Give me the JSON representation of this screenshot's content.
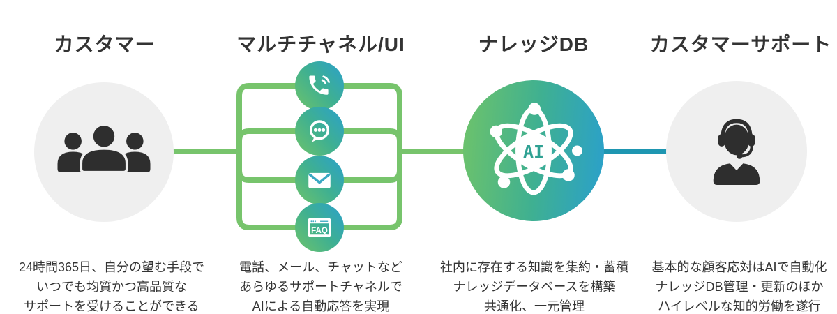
{
  "diagram_title": "AI customer support flow",
  "colors": {
    "background": "#ffffff",
    "text": "#333333",
    "gray_circle": "#efefef",
    "dark_icon": "#2e2e2e",
    "line_green": "#77c46c",
    "line_teal": "#1e96b1",
    "gradient_green": "#6ec36a",
    "gradient_blue": "#2aa0cc",
    "ai_letter_teal": "#2fa193"
  },
  "columns": [
    {
      "id": "customer",
      "title": "カスタマー",
      "icon": "people-icon",
      "description": [
        "24時間365日、自分の望む手段で",
        "いつでも均質かつ高品質な",
        "サポートを受けることができる"
      ]
    },
    {
      "id": "channels",
      "title": "マルチチャネル/UI",
      "badges": [
        {
          "name": "phone-icon"
        },
        {
          "name": "chat-icon"
        },
        {
          "name": "mail-icon"
        },
        {
          "name": "faq-icon",
          "label": "FAQ"
        }
      ],
      "description": [
        "電話、メール、チャットなど",
        "あらゆるサポートチャネルで",
        "AIによる自動応答を実現"
      ]
    },
    {
      "id": "knowledge-db",
      "title": "ナレッジDB",
      "icon": "ai-atom-icon",
      "ai_label": "AI",
      "description": [
        "社内に存在する知識を集約・蓄積",
        "ナレッジデータベースを構築",
        "共通化、一元管理"
      ]
    },
    {
      "id": "support",
      "title": "カスタマーサポート",
      "icon": "headset-agent-icon",
      "description": [
        "基本的な顧客応対はAIで自動化",
        "ナレッジDB管理・更新のほか",
        "ハイレベルな知的労働を遂行"
      ]
    }
  ]
}
